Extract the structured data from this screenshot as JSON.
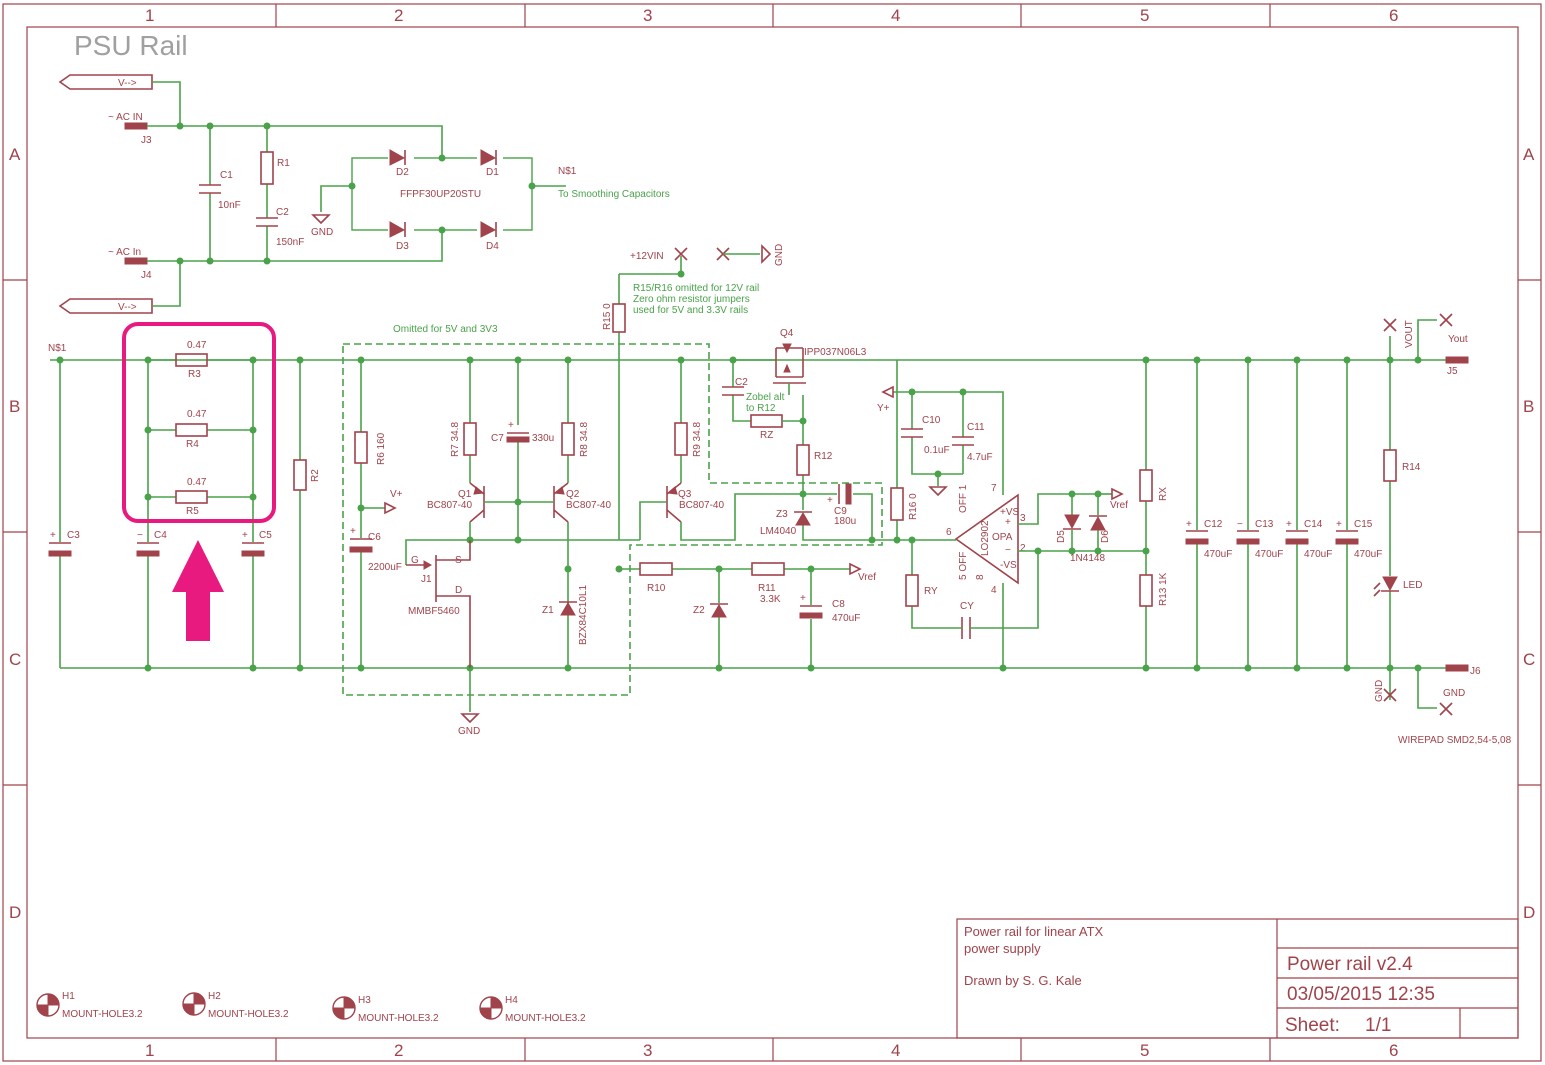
{
  "sheet": {
    "title": "PSU Rail",
    "zone_columns": [
      "1",
      "2",
      "3",
      "4",
      "5",
      "6"
    ],
    "zone_rows": [
      "A",
      "B",
      "C",
      "D"
    ]
  },
  "title_block": {
    "description_line1": "Power rail for linear ATX",
    "description_line2": "power supply",
    "author": "Drawn by S. G. Kale",
    "name": "Power rail v2.4",
    "date": "03/05/2015 12:35",
    "sheet_label": "Sheet:",
    "sheet_value": "1/1"
  },
  "labels": {
    "v_arrow_top": "V-->",
    "v_arrow_bottom": "V-->",
    "ac_in": "~ AC IN",
    "ac_in2": "~ AC In",
    "j3": "J3",
    "j4": "J4",
    "c1": "C1",
    "c1_val": "10nF",
    "r1": "R1",
    "c2": "C2",
    "c2_val": "150nF",
    "d1": "D1",
    "d2": "D2",
    "d3": "D3",
    "d4": "D4",
    "bridge_part": "FFPF30UP20STU",
    "gnd": "GND",
    "ns1": "N$1",
    "to_smoothing": "To Smoothing Capacitors",
    "vin12": "+12VIN",
    "r15_note_1": "R15/R16 omitted for 12V rail",
    "r15_note_2": "Zero ohm resistor jumpers",
    "r15_note_3": "used for 5V and 3.3V rails",
    "r15": "R15 0",
    "q4": "Q4",
    "q4_part": "IPP037N06L3",
    "vout": "VOUT",
    "yout": "Yout",
    "j5": "J5",
    "ns1_left": "N$1",
    "omitted": "Omitted for 5V and 3V3",
    "r_val": "0.47",
    "r3": "R3",
    "r4": "R4",
    "r5": "R5",
    "r2": "R2",
    "c3": "C3",
    "c4": "C4",
    "c5": "C5",
    "r6": "R6 160",
    "vplus": "V+",
    "c6": "C6",
    "c6_val": "2200uF",
    "r7": "R7 34.8",
    "c7": "C7",
    "c7_val": "330u",
    "r8": "R8 34.8",
    "r9": "R9 34.8",
    "q1": "Q1",
    "q1_part": "BC807-40",
    "q2": "Q2",
    "q2_part": "BC807-40",
    "q3": "Q3",
    "q3_part": "BC807-40",
    "c2z": "C2",
    "zobel_1": "Zobel alt",
    "zobel_2": "to R12",
    "rz": "RZ",
    "r12": "R12",
    "z3": "Z3",
    "z3_part": "LM4040",
    "c9": "C9",
    "c9_val": "180u",
    "r16": "R16 0",
    "yplus": "Y+",
    "c10": "C10",
    "c10_val": "0.1uF",
    "c11": "C11",
    "c11_val": "4.7uF",
    "g": "G",
    "s": "S",
    "d": "D",
    "j1": "J1",
    "j1_part": "MMBF5460",
    "z1": "Z1",
    "z1_part": "BZX84C10L1",
    "r10": "R10",
    "z2": "Z2",
    "r11": "R11",
    "r11_val": "3.3K",
    "c8": "C8",
    "c8_val": "470uF",
    "vref": "Vref",
    "ry": "RY",
    "cy": "CY",
    "opa": "OPA",
    "opa_part": "LO2902",
    "d5": "D5",
    "d6": "D6",
    "d_part": "1N4148",
    "vref2": "Vref",
    "rx": "RX",
    "r13": "R13 1K",
    "c12": "C12",
    "c13": "C13",
    "c14": "C14",
    "c15": "C15",
    "cap_val": "470uF",
    "r14": "R14",
    "led": "LED",
    "j6": "J6",
    "gnd_out": "GND",
    "gnd_out2": "GND",
    "wirepad": "WIREPAD SMD2,54-5,08",
    "gnd_bottom": "GND"
  },
  "mount_holes": [
    {
      "ref": "H1",
      "part": "MOUNT-HOLE3.2"
    },
    {
      "ref": "H2",
      "part": "MOUNT-HOLE3.2"
    },
    {
      "ref": "H3",
      "part": "MOUNT-HOLE3.2"
    },
    {
      "ref": "H4",
      "part": "MOUNT-HOLE3.2"
    }
  ],
  "colors": {
    "frame": "#a0434b",
    "wire": "#4aa24a",
    "highlight": "#e8197f",
    "title": "#a0a0a0"
  },
  "icons": [
    "up-arrow-icon",
    "highlight-box",
    "mount-hole-icon",
    "ground-icon",
    "no-connect-icon"
  ]
}
